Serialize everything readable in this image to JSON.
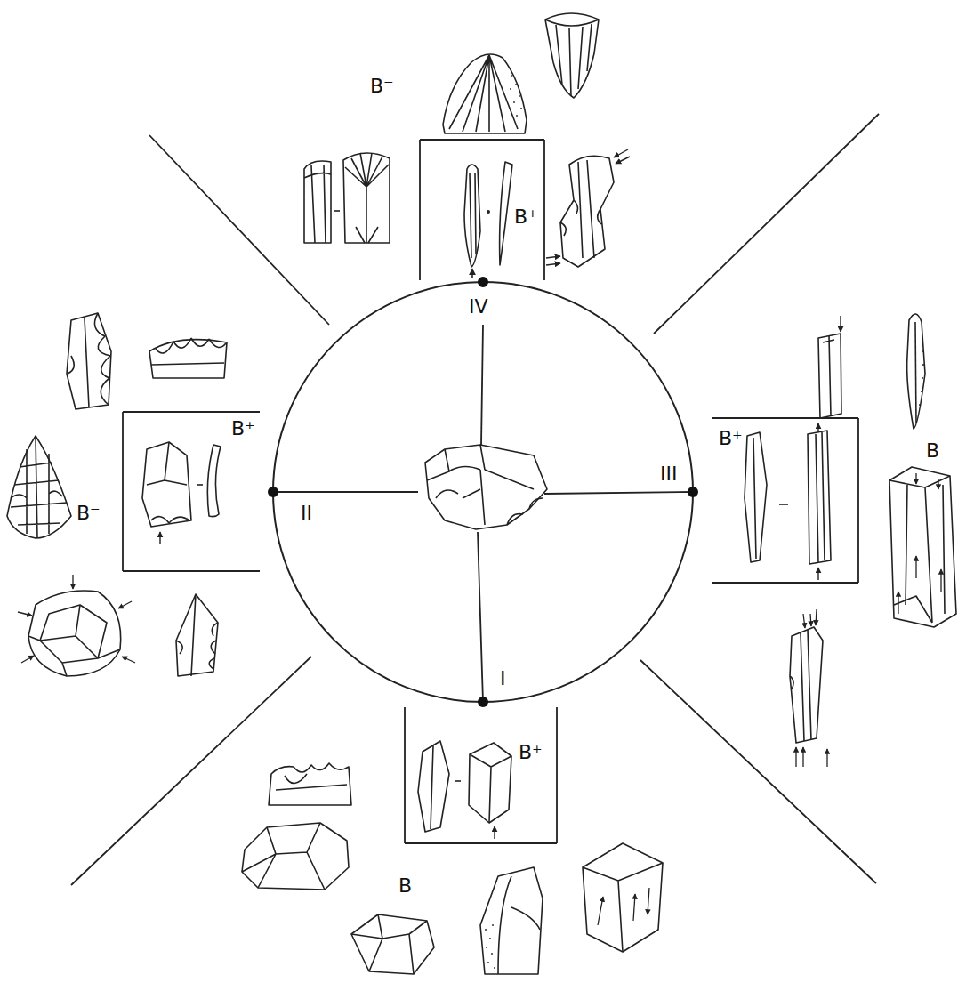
{
  "diagram": {
    "nodes": [
      {
        "text": [
          "B⁺"
        ]
      },
      {
        "text": [
          "B⁺"
        ]
      },
      {
        "text": [
          "B⁺"
        ]
      },
      {
        "text": [
          "B⁺"
        ]
      }
    ],
    "labels": [
      "B⁻",
      "IV",
      "B⁻",
      "III",
      "II",
      "B⁻",
      "I",
      "B⁻"
    ]
  }
}
